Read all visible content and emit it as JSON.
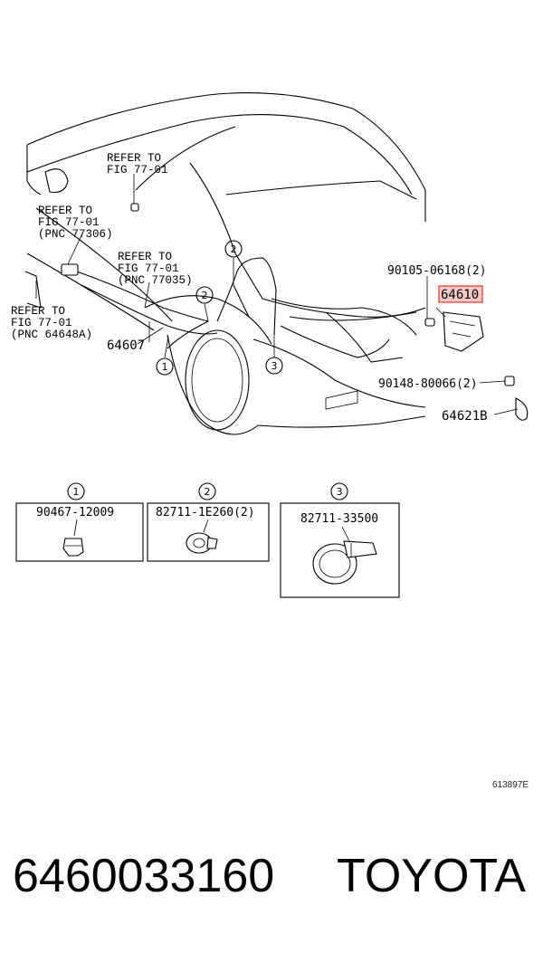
{
  "callouts": {
    "refer_mirror": [
      "REFER TO",
      "FIG 77-01"
    ],
    "refer_wire": [
      "REFER TO",
      "FIG 77-01",
      "(PNC 77306)"
    ],
    "refer_cable": [
      "REFER TO",
      "FIG 77-01",
      "(PNC 77035)"
    ],
    "refer_lever": [
      "REFER TO",
      "FIG 77-01",
      "(PNC 64648A)"
    ]
  },
  "parts": {
    "p64607": "64607",
    "p90105": "90105-06168(2)",
    "p64610": "64610",
    "p90148": "90148-80066(2)",
    "p64621B": "64621B"
  },
  "circle_markers": [
    "1",
    "2",
    "3"
  ],
  "detail_boxes": [
    {
      "marker": "1",
      "part": "90467-12009"
    },
    {
      "marker": "2",
      "part": "82711-1E260(2)"
    },
    {
      "marker": "3",
      "part": "82711-33500"
    }
  ],
  "highlight_color": "#e0352b",
  "figure_code": "613897E",
  "footer": {
    "part_number": "6460033160",
    "brand": "TOYOTA"
  }
}
